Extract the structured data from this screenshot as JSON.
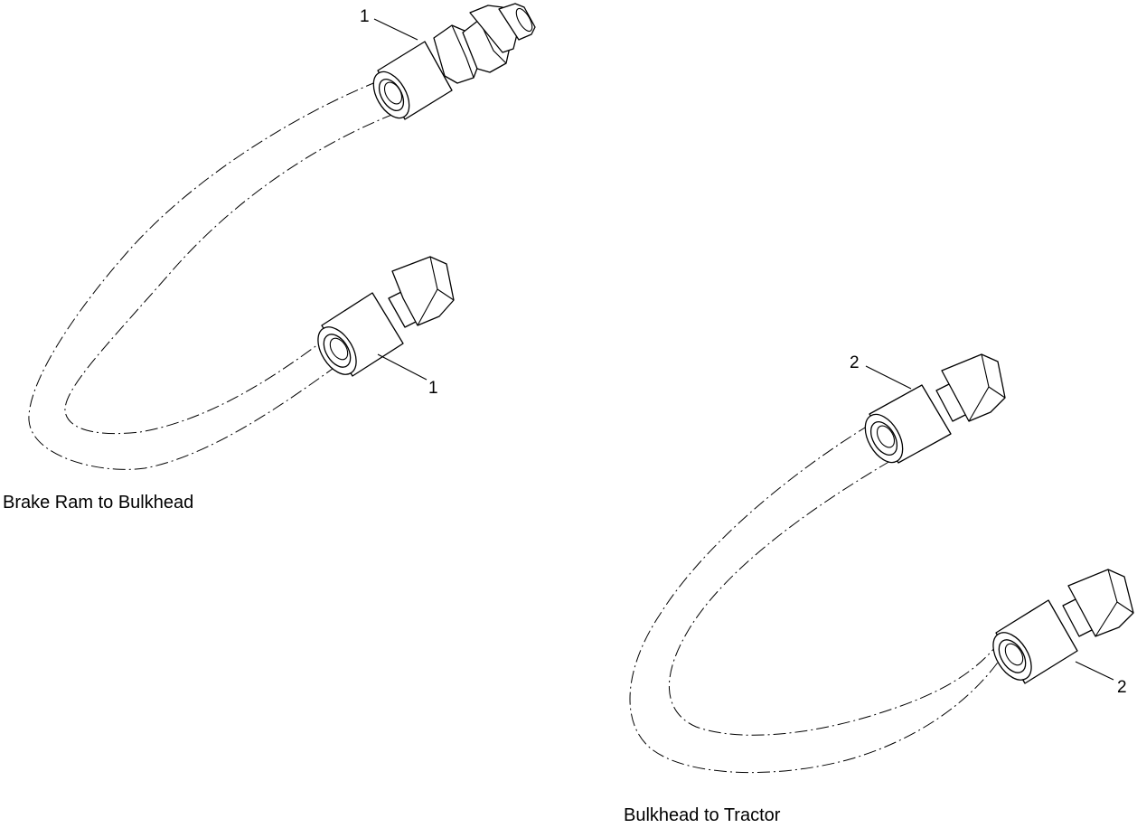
{
  "assemblies": [
    {
      "caption": "Brake Ram to Bulkhead",
      "callouts": [
        "1",
        "1"
      ]
    },
    {
      "caption": "Bulkhead to Tractor",
      "callouts": [
        "2",
        "2"
      ]
    }
  ]
}
